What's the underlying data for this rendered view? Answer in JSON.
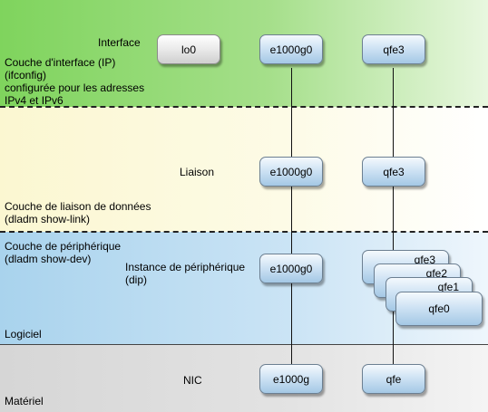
{
  "layers": {
    "interface": {
      "row_label": "Interface",
      "description": "Couche d'interface (IP)\n(ifconfig)\nconfigurée pour les adresses\nIPv4 et IPv6",
      "nodes": [
        "lo0",
        "e1000g0",
        "qfe3"
      ]
    },
    "link": {
      "row_label": "Liaison",
      "description": "Couche de liaison de données\n(dladm show-link)",
      "nodes": [
        "e1000g0",
        "qfe3"
      ]
    },
    "device": {
      "description": "Couche de périphérique\n(dladm show-dev)",
      "row_label": "Instance de périphérique\n(dip)",
      "nodes": [
        "e1000g0"
      ],
      "stack": [
        "qfe3",
        "qfe2",
        "qfe1",
        "qfe0"
      ],
      "footer": "Logiciel"
    },
    "hardware": {
      "row_label": "NIC",
      "nodes": [
        "e1000g",
        "qfe"
      ],
      "footer": "Matériel"
    }
  }
}
